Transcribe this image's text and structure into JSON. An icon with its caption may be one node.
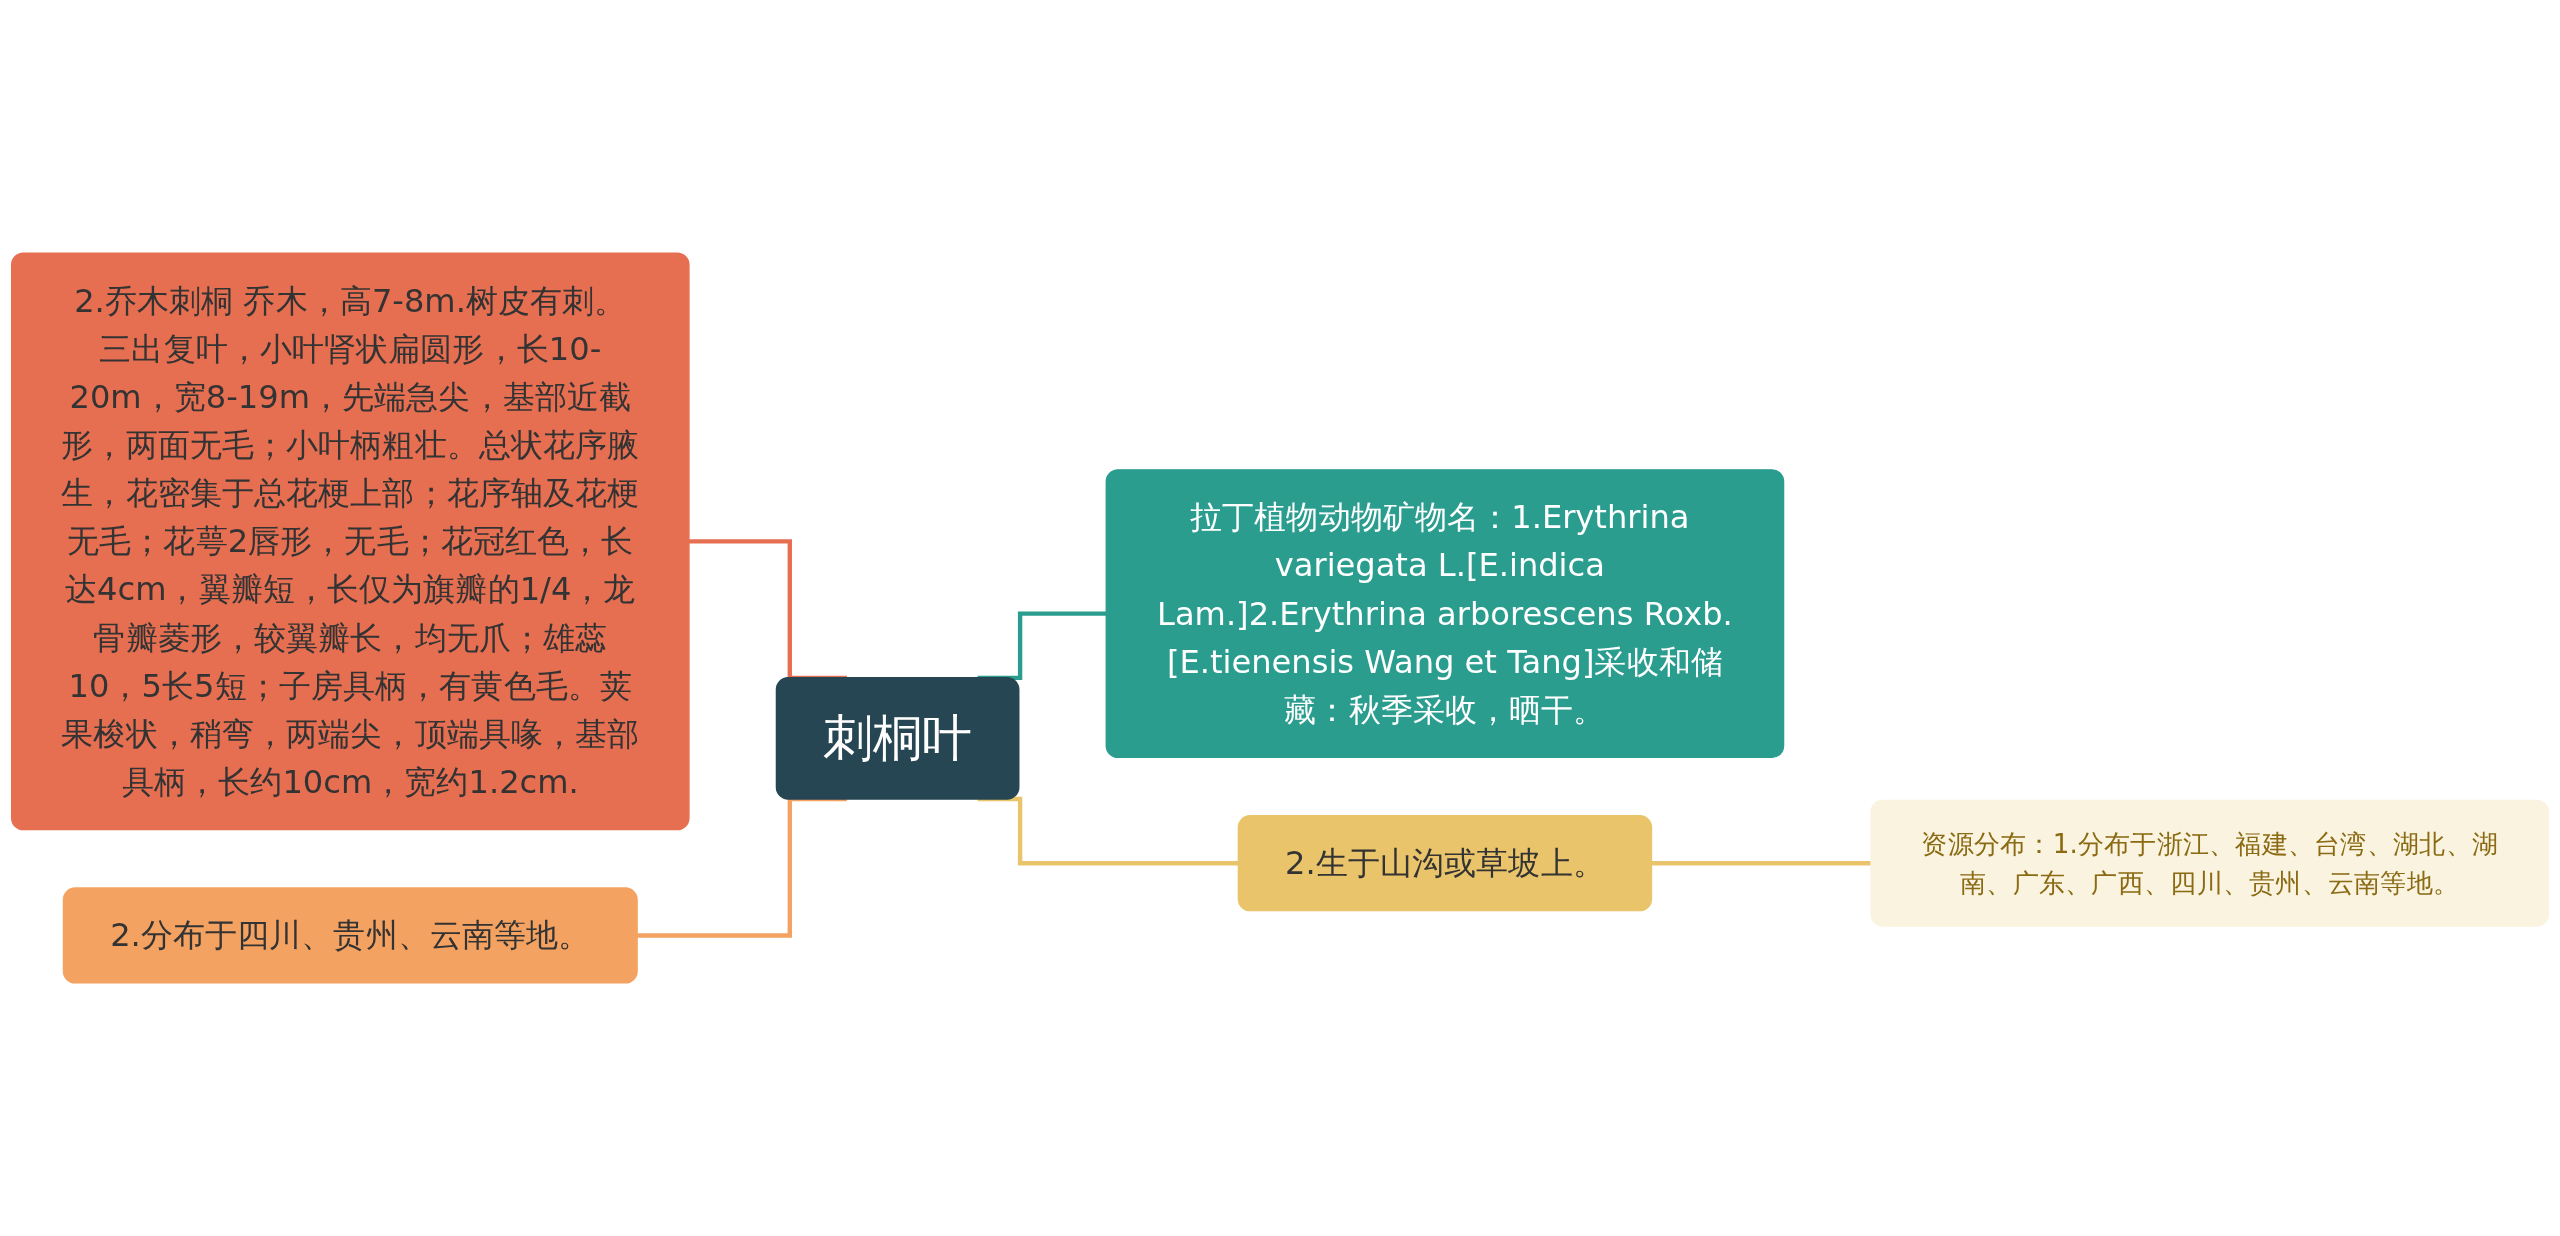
{
  "diagram": {
    "nodes": [
      {
        "text": [
          "刺桐叶"
        ]
      },
      {
        "text": [
          "2.乔木刺桐 乔木，高7-8m.树皮有刺。三出复叶，小叶肾状扁圆形，长10-20m，宽8-19m，先端急尖，基部近截形，两面无毛；小叶柄粗壮。总状花序腋生，花密集于总花梗上部；花序轴及花梗无毛；花萼2唇形，无毛；花冠红色，长达4cm，翼瓣短，长仅为旗瓣的1/4，龙骨瓣菱形，较翼瓣长，均无爪；雄蕊10，5长5短；子房具柄，有黄色毛。荚果梭状，稍弯，两端尖，顶端具喙，基部具柄，长约10cm，宽约1.2cm."
        ]
      },
      {
        "text": [
          "2.分布于四川、贵州、云南等地。"
        ]
      },
      {
        "text": [
          "拉丁植物动物矿物名：1.Erythrina variegata L.[E.indica Lam.]2.Erythrina arborescens Roxb.[E.tienensis Wang et Tang]采收和储藏：秋季采收，晒干。"
        ]
      },
      {
        "text": [
          "2.生于山沟或草坡上。"
        ]
      },
      {
        "text": [
          "资源分布：1.分布于浙江、福建、台湾、湖北、湖南、广东、广西、四川、贵州、云南等地。"
        ]
      }
    ],
    "edges": [
      {
        "from": 0,
        "to": 1,
        "arrow": "none",
        "color": "#e76f51"
      },
      {
        "from": 0,
        "to": 2,
        "arrow": "none",
        "color": "#f4a261"
      },
      {
        "from": 0,
        "to": 3,
        "arrow": "none",
        "color": "#2a9d8f"
      },
      {
        "from": 0,
        "to": 4,
        "arrow": "none",
        "color": "#e9c46a"
      },
      {
        "from": 4,
        "to": 5,
        "arrow": "none",
        "color": "#e9c46a"
      }
    ]
  }
}
